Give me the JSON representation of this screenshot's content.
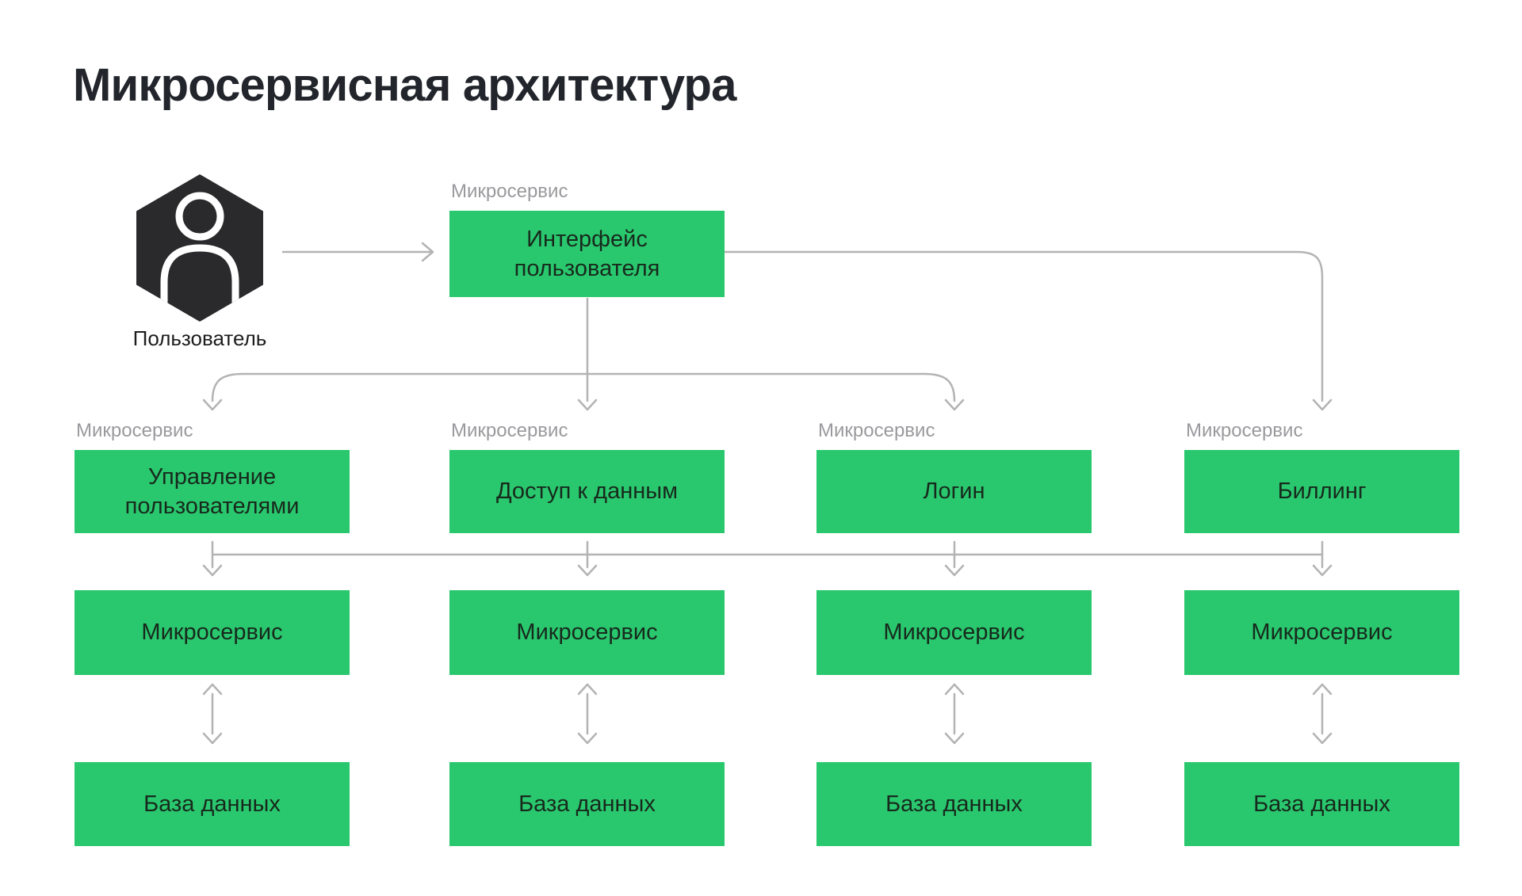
{
  "title": "Микросервисная архитектура",
  "user": {
    "label": "Пользователь"
  },
  "ui_service": {
    "tag": "Микросервис",
    "name": "Интерфейс пользователя"
  },
  "services": [
    {
      "tag": "Микросервис",
      "name": "Управление пользователями"
    },
    {
      "tag": "Микросервис",
      "name": "Доступ к данным"
    },
    {
      "tag": "Микросервис",
      "name": "Логин"
    },
    {
      "tag": "Микросервис",
      "name": "Биллинг"
    }
  ],
  "workers": [
    {
      "name": "Микросервис"
    },
    {
      "name": "Микросервис"
    },
    {
      "name": "Микросервис"
    },
    {
      "name": "Микросервис"
    }
  ],
  "databases": [
    {
      "name": "База данных"
    },
    {
      "name": "База данных"
    },
    {
      "name": "База данных"
    },
    {
      "name": "База данных"
    }
  ],
  "colors": {
    "bg": "#ffffff",
    "green": "#2ac86e",
    "boxtext": "#17291d",
    "tag": "#9a9a9e",
    "arrow": "#b3b3b5",
    "icon": "#2a2a2c",
    "ink": "#22252b"
  }
}
